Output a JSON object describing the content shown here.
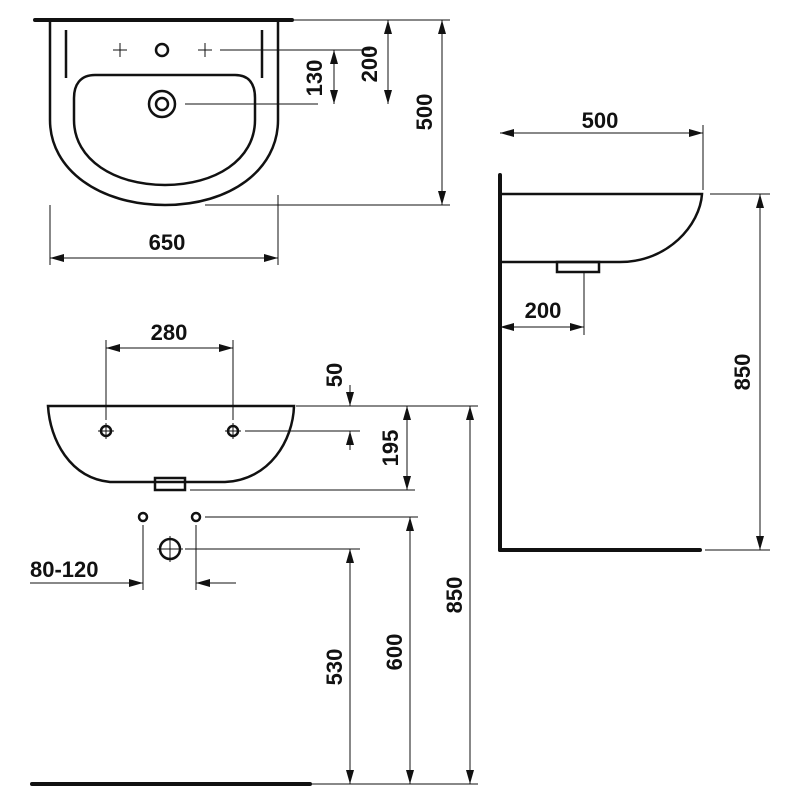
{
  "colors": {
    "ink": "#111111",
    "paper": "#ffffff"
  },
  "dimensions": {
    "top_width": "650",
    "top_depth": "500",
    "top_overflow": "200",
    "top_tap": "130",
    "side_projection": "500",
    "side_drain": "200",
    "side_height": "850",
    "front_holes": "280",
    "front_top_offset": "50",
    "front_depth": "195",
    "front_pipe_spacing": "80-120",
    "front_height_530": "530",
    "front_height_600": "600",
    "front_height_850": "850"
  }
}
